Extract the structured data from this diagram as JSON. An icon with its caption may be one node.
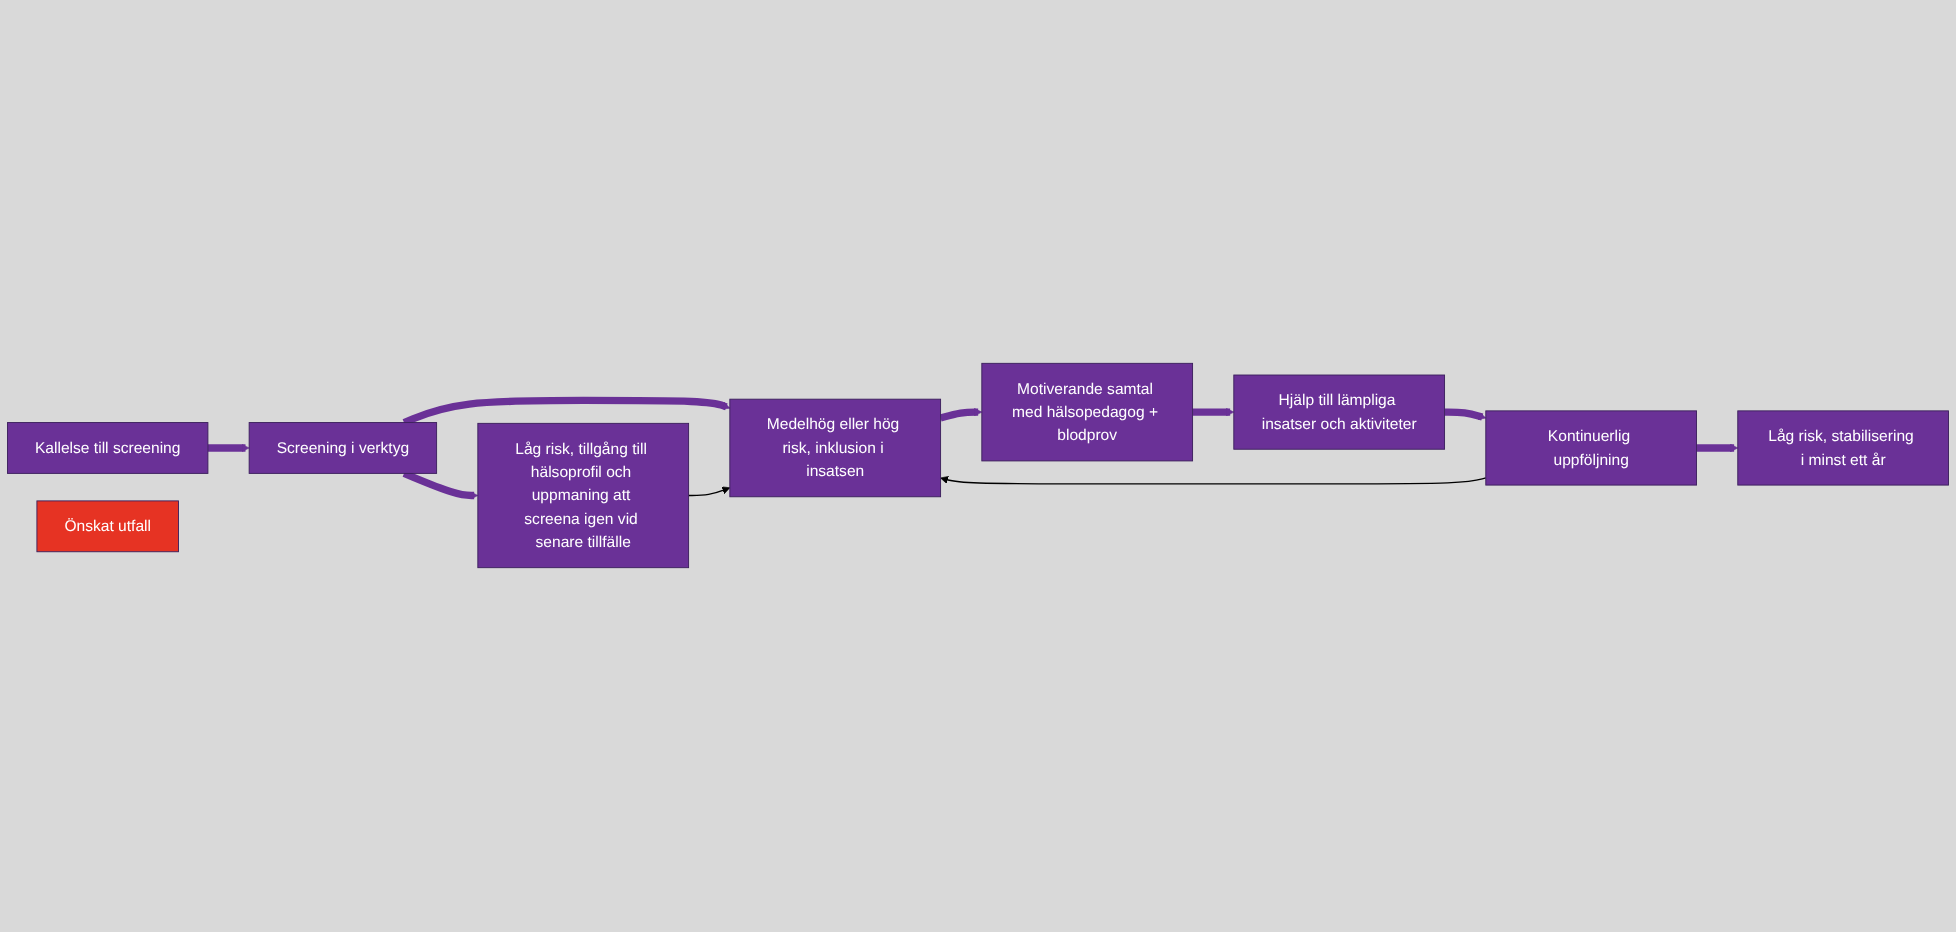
{
  "diagram": {
    "nodes": [
      {
        "text": [
          "Kallelse till screening"
        ]
      },
      {
        "text": [
          "Screening i verktyg"
        ]
      },
      {
        "text": [
          "Medelhög eller hög risk, inklusion i insatsen"
        ]
      },
      {
        "text": [
          "Motiverande samtal med hälsopedagog + blodprov"
        ]
      },
      {
        "text": [
          "Låg risk, tillgång till hälsoprofil och uppmaning att screena igen vid senare tillfälle"
        ]
      },
      {
        "text": [
          "Hjälp till lämpliga insatser och aktiviteter"
        ]
      },
      {
        "text": [
          "Önskat utfall"
        ]
      },
      {
        "text": [
          "Låg risk, stabilisering i minst ett år"
        ]
      },
      {
        "text": [
          "Kontinuerlig uppföljning"
        ]
      }
    ],
    "edges": [
      {
        "from": 0,
        "to": 1,
        "arrow": "to"
      },
      {
        "from": 1,
        "to": 2,
        "arrow": "to"
      },
      {
        "from": 2,
        "to": 3,
        "arrow": "to"
      },
      {
        "from": 1,
        "to": 4,
        "arrow": "to"
      },
      {
        "from": 3,
        "to": 5,
        "arrow": "to"
      },
      {
        "from": 4,
        "to": 2,
        "arrow": "to",
        "color": "#000000"
      },
      {
        "from": 5,
        "to": 8,
        "arrow": "to"
      },
      {
        "from": 8,
        "to": 7,
        "arrow": "to"
      },
      {
        "from": 8,
        "to": 2,
        "arrow": "to",
        "color": "#000000"
      }
    ]
  }
}
